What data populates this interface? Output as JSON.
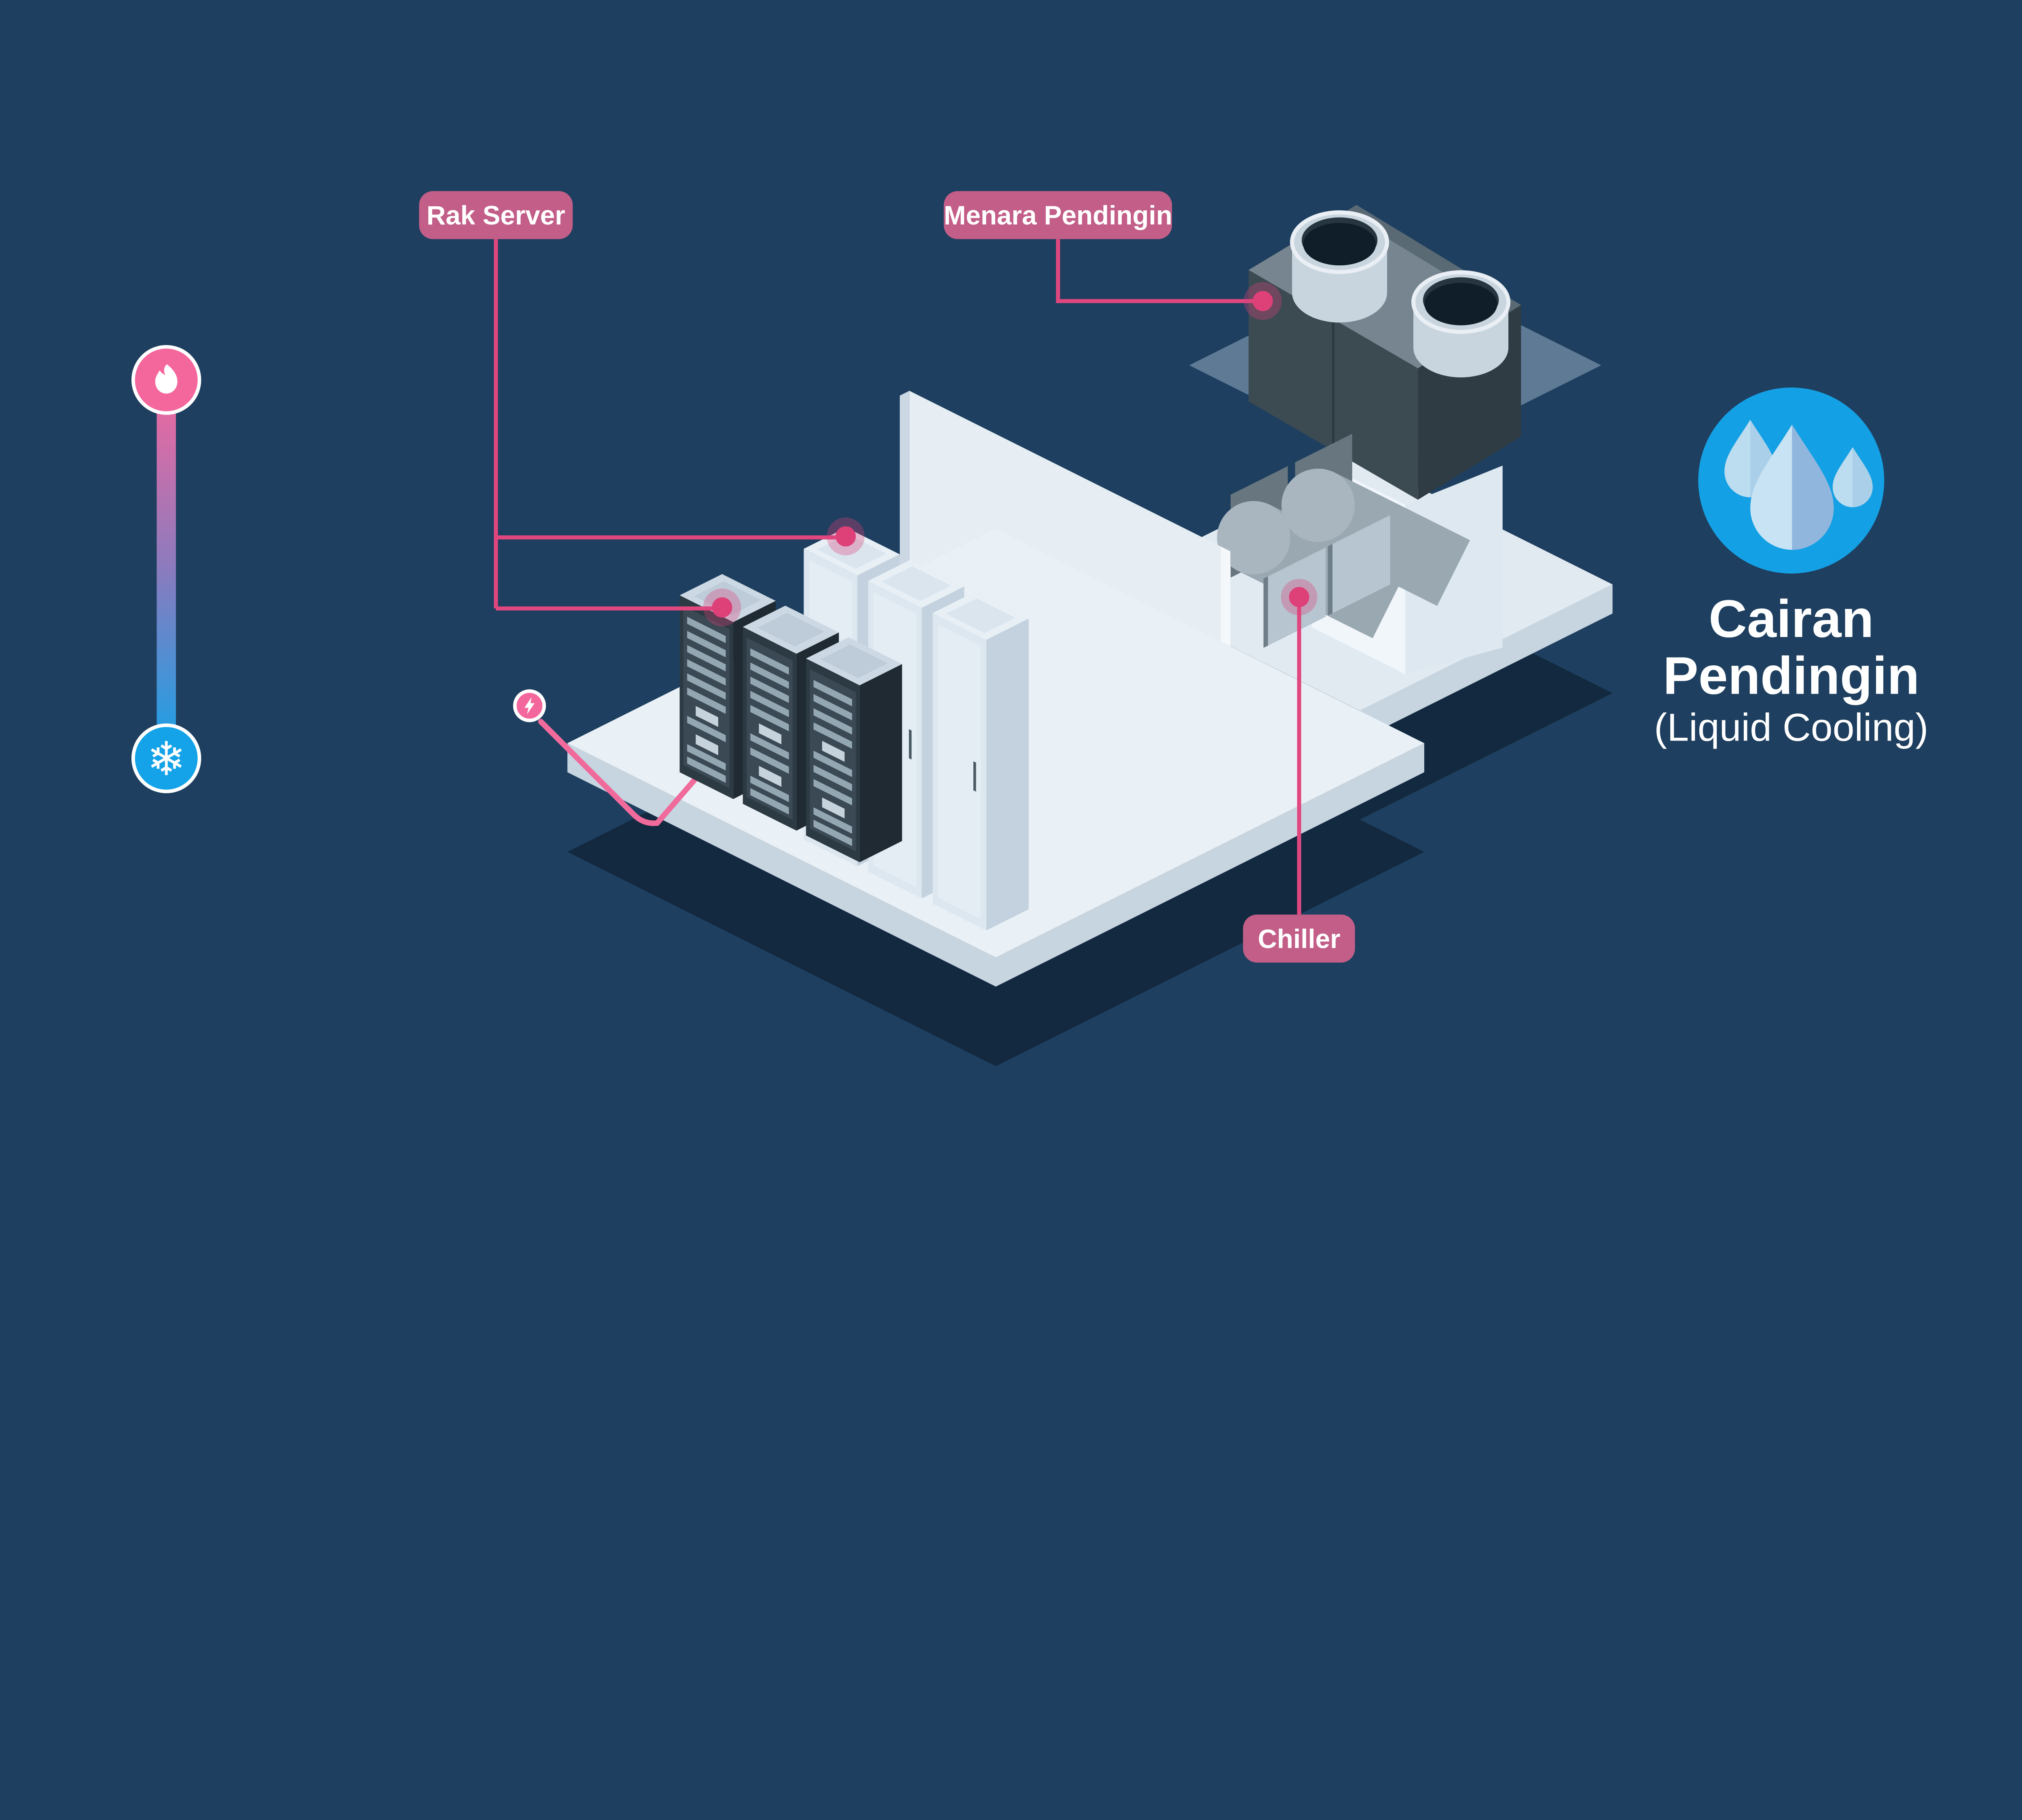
{
  "title": {
    "line1": "Cairan",
    "line2": "Pendingin",
    "line3": "(Liquid Cooling)"
  },
  "labels": {
    "rack_server": "Rak Server",
    "cooling_tower": "Menara Pendingin",
    "chiller": "Chiller"
  },
  "icons": {
    "heat": "flame-icon",
    "cold": "snowflake-icon",
    "power": "lightning-icon",
    "legend": "water-drops-icon",
    "snowflake_glyph": "❄"
  },
  "palette": {
    "bg": "#1E3F5F",
    "shadow": "#13293F",
    "floor_top": "#E9F0F6",
    "floor_side": "#C7D5E1",
    "rightfloor_top": "#E2EAF1",
    "roof": "#9FB6CC",
    "wall_face": "#E6EEF4",
    "wall_edge": "#CBD8E4",
    "wall_end": "#F4F8FB",
    "pedestal_left": "#F1F6FA",
    "pedestal_right": "#DDE8F0",
    "tower_top": "#76858F",
    "tower_top_back": "#5A6A74",
    "tower_front": "#3C4A52",
    "tower_side": "#2F3C44",
    "tower_divider": "#2A3740",
    "cyl_body": "#C8D5DF",
    "cyl_rim": "#E9EFF4",
    "cyl_hole": "#0F1E28",
    "cyl_hole_upper": "#26353F",
    "chiller_back": "#68777F",
    "chiller_cyl": "#9AA8B2",
    "chiller_cap": "#A9B6BF",
    "chiller_panel": "#B7C5D0",
    "chiller_panel_edge": "#6E7E88",
    "cab_front": "#DCE7EF",
    "cab_door": "#E4EDF4",
    "cab_side": "#C3D2DE",
    "cab_top": "#E8F0F6",
    "cab_top_inset": "#DAE5EE",
    "cab_handle": "#4A5A64",
    "rack_frame": "#2C3A43",
    "rack_panel": "#3A4954",
    "rack_slat": "#93A7B3",
    "rack_unit": "#C6D3DC",
    "rack_top": "#CCD9E4",
    "rack_top_inset": "#BECCD9",
    "rack_side": "#1F2A32",
    "label_bg": "#C25E88",
    "label_text": "#FFFFFF",
    "line": "#E0477F",
    "dot": "#DE4078",
    "cable": "#F06A9B",
    "hot": "#F4679D",
    "cold": "#14A3E8",
    "mid": "#8A7BBE",
    "ring": "#FFFFFF",
    "legend_circle": "#14A0E4",
    "drop_light": "#C8E3F4",
    "drop_dark": "#90B6DE",
    "drop_small": "#BCDCEF",
    "drop_small2": "#A9CFE9",
    "title": "#FFFFFF"
  }
}
